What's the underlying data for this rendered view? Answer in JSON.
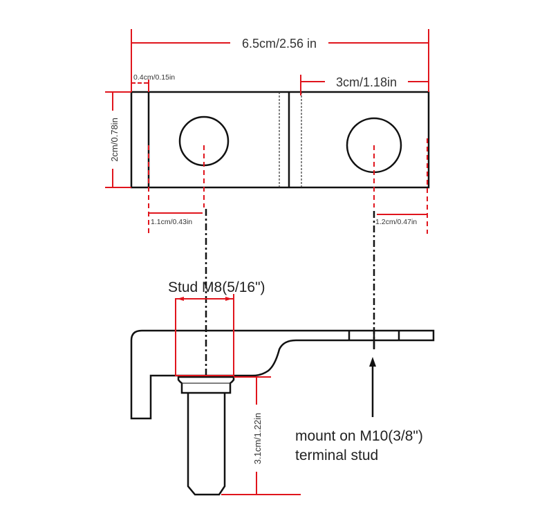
{
  "dimensions": {
    "overall_length": "6.5cm/2.56 in",
    "tab_width": "0.4cm/0.15in",
    "right_section": "3cm/1.18in",
    "height": "2cm/0.78in",
    "left_hole_offset": "1.1cm/0.43in",
    "right_hole_offset": "1.2cm/0.47in",
    "stud_length": "3.1cm/1.22in"
  },
  "labels": {
    "stud": "Stud M8(5/16\")",
    "mount_line1": "mount on M10(3/8\")",
    "mount_line2": "terminal stud"
  },
  "colors": {
    "dimension": "#e0141c",
    "outline": "#111111"
  }
}
